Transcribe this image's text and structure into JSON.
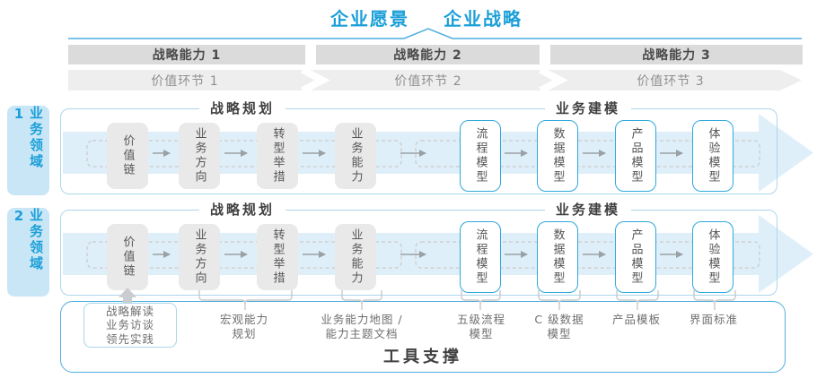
{
  "header": {
    "vision": "企业愿景",
    "strategy": "企业战略"
  },
  "capability_bar": [
    {
      "label": "战略能力 1"
    },
    {
      "label": "战略能力 2"
    },
    {
      "label": "战略能力 3"
    }
  ],
  "value_chain_bar": [
    {
      "label": "价值环节 1"
    },
    {
      "label": "价值环节 2"
    },
    {
      "label": "价值环节 3"
    }
  ],
  "domains": [
    {
      "label": "业务领域 1"
    },
    {
      "label": "业务领域 2"
    }
  ],
  "rows": [
    {
      "planning_title": "战略规划",
      "modeling_title": "业务建模",
      "strategy_boxes": [
        {
          "label": "价值链"
        },
        {
          "label": "业务方向"
        },
        {
          "label": "转型举措"
        },
        {
          "label": "业务能力"
        }
      ],
      "model_boxes": [
        {
          "label": "流程模型"
        },
        {
          "label": "数据模型"
        },
        {
          "label": "产品模型"
        },
        {
          "label": "体验模型"
        }
      ]
    },
    {
      "planning_title": "战略规划",
      "modeling_title": "业务建模",
      "strategy_boxes": [
        {
          "label": "价值链"
        },
        {
          "label": "业务方向"
        },
        {
          "label": "转型举措"
        },
        {
          "label": "业务能力"
        }
      ],
      "model_boxes": [
        {
          "label": "流程模型"
        },
        {
          "label": "数据模型"
        },
        {
          "label": "产品模型"
        },
        {
          "label": "体验模型"
        }
      ]
    }
  ],
  "annotations": {
    "practice_box": {
      "lines": [
        "战略解读",
        "业务访谈",
        "领先实践"
      ]
    },
    "labels": [
      {
        "lines": [
          "宏观能力",
          "规划"
        ]
      },
      {
        "lines": [
          "业务能力地图 /",
          "能力主题文档"
        ]
      },
      {
        "lines": [
          "五级流程",
          "模型"
        ]
      },
      {
        "lines": [
          "C 级数据",
          "模型"
        ]
      },
      {
        "lines": [
          "产品模板"
        ]
      },
      {
        "lines": [
          "界面标准"
        ]
      }
    ]
  },
  "footer": {
    "label": "工具支撑"
  },
  "colors": {
    "accent": "#1B9FD8",
    "line-blue": "#4FAEE0",
    "panel-border": "#ABD6EB",
    "model-border": "#2FA9DC",
    "band": "#DFEFF9",
    "domain-bg": "#C9E6F6",
    "bar-bg": "#DBDBDB",
    "chev-bg": "#EEEEEE",
    "box-bg": "#E9E9E9",
    "arrow": "#9AA0A4",
    "dash": "#CBCBCB",
    "bracket": "#C9C9C9",
    "uparrow": "#C9CDD1"
  }
}
